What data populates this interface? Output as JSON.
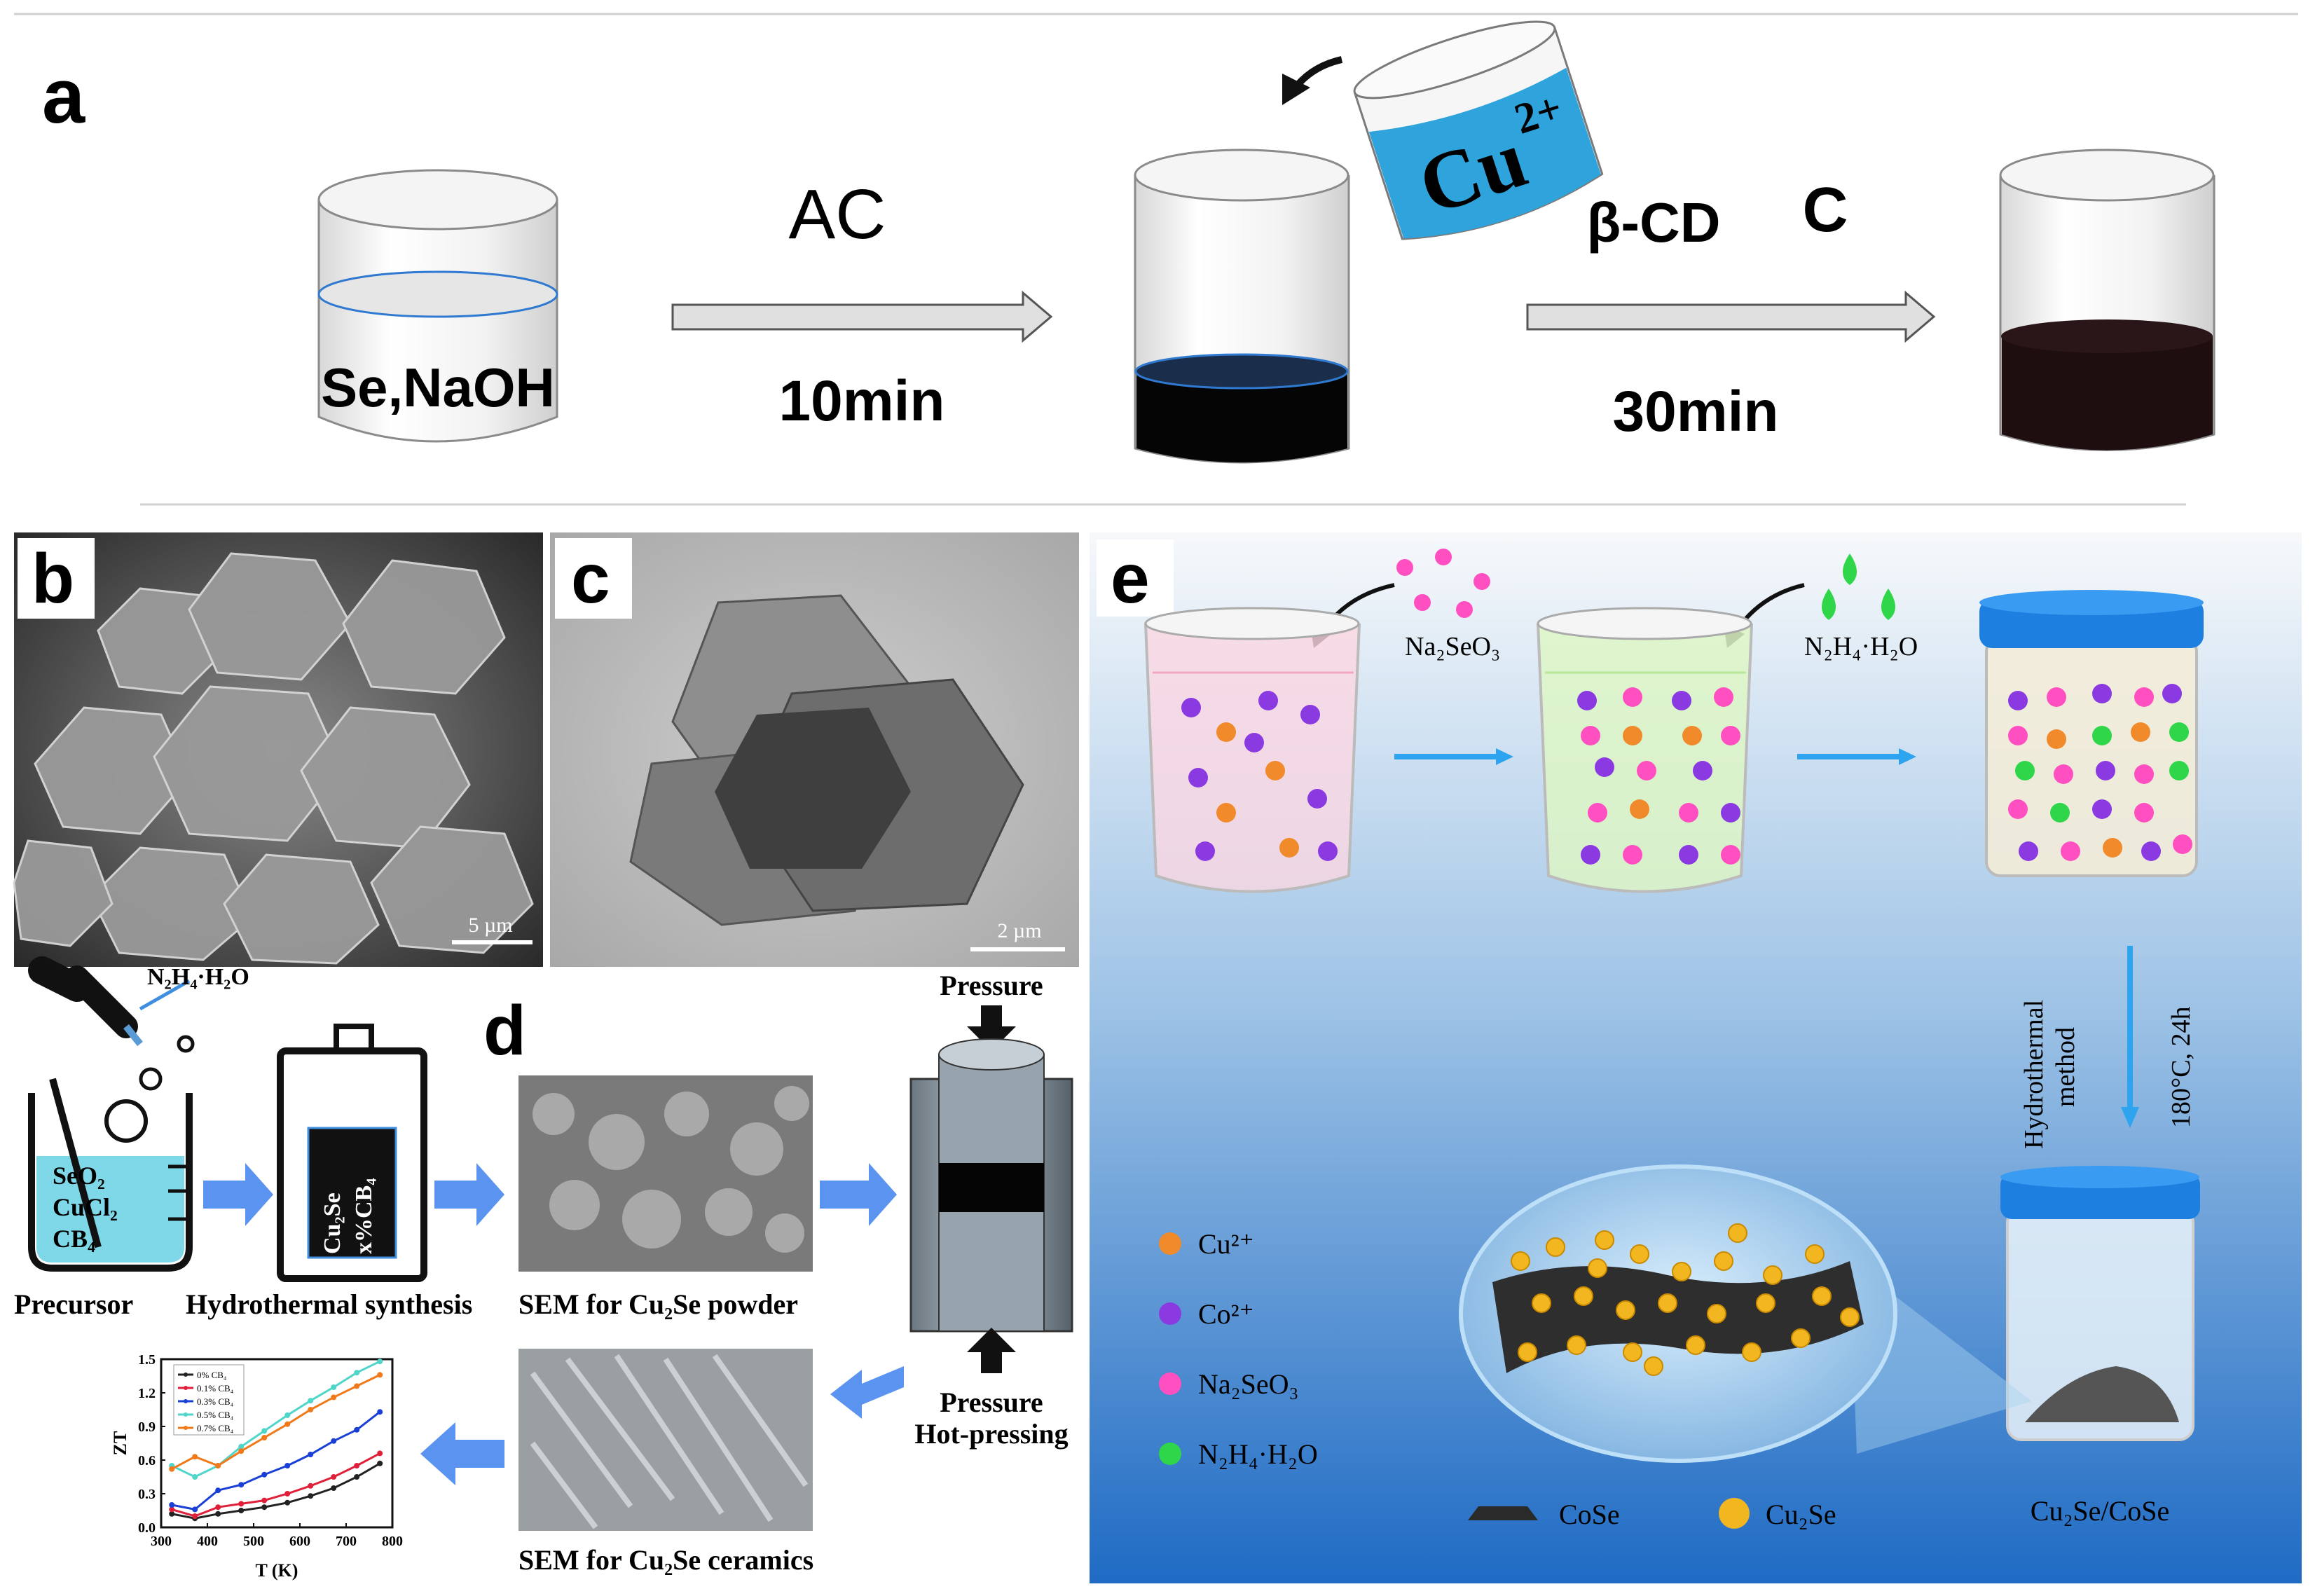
{
  "panel_a": {
    "label": "a",
    "beaker1_text": "Se,NaOH",
    "step1_top": "AC",
    "step1_bottom": "10min",
    "cup_ion": "Cu",
    "cup_ion_sup": "2+",
    "step2_top_left": "β-CD",
    "step2_top_right": "C",
    "step2_bottom": "30min"
  },
  "panel_b": {
    "label": "b",
    "scale": "5 µm"
  },
  "panel_c": {
    "label": "c",
    "scale": "2 µm"
  },
  "panel_d": {
    "label": "d",
    "reagent": "N₂H₄·H₂O",
    "beaker_lines": [
      "SeO₂",
      "CuCl₂",
      "CB₄"
    ],
    "autoclave_lines": [
      "Cu₂Se",
      "x%CB₄"
    ],
    "precursor": "Precursor",
    "hydrothermal": "Hydrothermal synthesis",
    "sem_powder": "SEM  for Cu₂Se powder",
    "sem_ceramics": "SEM  for Cu₂Se ceramics",
    "pressure_top": "Pressure",
    "pressure_bottom": "Pressure",
    "hot_pressing": "Hot-pressing"
  },
  "chart_data": {
    "type": "line",
    "xlabel": "T (K)",
    "ylabel": "ZT",
    "xlim": [
      300,
      800
    ],
    "ylim": [
      0,
      1.5
    ],
    "xticks": [
      300,
      400,
      500,
      600,
      700,
      800
    ],
    "yticks": [
      0.0,
      0.3,
      0.6,
      0.9,
      1.2,
      1.5
    ],
    "x": [
      323,
      373,
      423,
      473,
      523,
      573,
      623,
      673,
      723,
      773
    ],
    "series": [
      {
        "name": "0% CB₄",
        "color": "#222222",
        "values": [
          0.12,
          0.08,
          0.12,
          0.15,
          0.18,
          0.22,
          0.28,
          0.35,
          0.45,
          0.57
        ]
      },
      {
        "name": "0.1% CB₄",
        "color": "#e0203a",
        "values": [
          0.16,
          0.1,
          0.18,
          0.21,
          0.24,
          0.3,
          0.37,
          0.45,
          0.55,
          0.66
        ]
      },
      {
        "name": "0.3% CB₄",
        "color": "#1a3fd6",
        "values": [
          0.2,
          0.16,
          0.33,
          0.38,
          0.47,
          0.55,
          0.65,
          0.77,
          0.87,
          1.03
        ]
      },
      {
        "name": "0.5% CB₄",
        "color": "#4fd6c8",
        "values": [
          0.55,
          0.45,
          0.55,
          0.72,
          0.86,
          1.0,
          1.13,
          1.25,
          1.38,
          1.48
        ]
      },
      {
        "name": "0.7% CB₄",
        "color": "#f07a1a",
        "values": [
          0.52,
          0.63,
          0.55,
          0.68,
          0.8,
          0.92,
          1.05,
          1.16,
          1.26,
          1.36
        ]
      }
    ]
  },
  "panel_e": {
    "label": "e",
    "reagent1": "Na₂SeO₃",
    "reagent2": "N₂H₄·H₂O",
    "hydro_line1": "Hydrothermal",
    "hydro_line2": "method",
    "condition": "180°C, 24h",
    "product": "Cu₂Se/CoSe",
    "legend": [
      {
        "label": "Cu²⁺",
        "color": "#f08a2a"
      },
      {
        "label": "Co²⁺",
        "color": "#8a3ae0"
      },
      {
        "label": "Na₂SeO₃",
        "color": "#ff4fc0"
      },
      {
        "label": "N₂H₄·H₂O",
        "color": "#2fd64a"
      }
    ],
    "legend_cose": "CoSe",
    "legend_cu2se": "Cu₂Se"
  }
}
